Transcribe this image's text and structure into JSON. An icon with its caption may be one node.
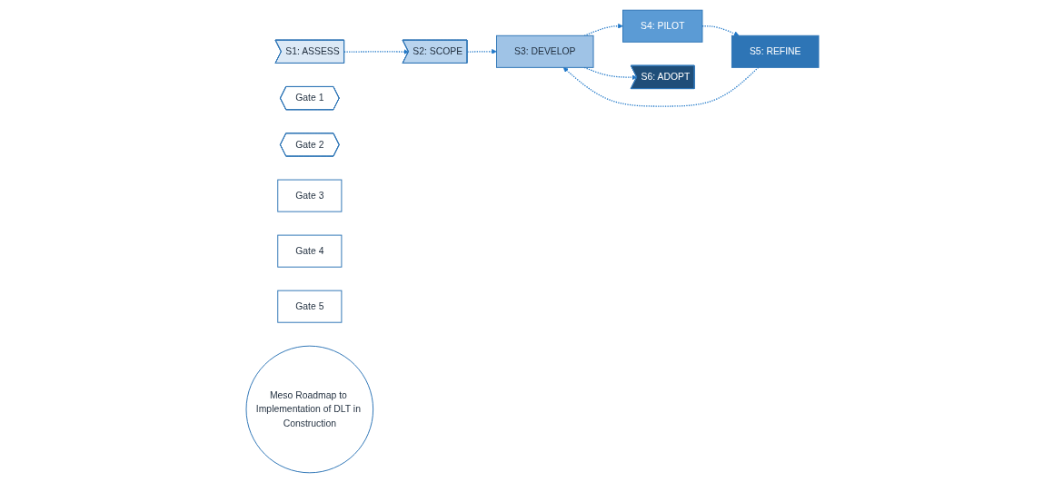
{
  "diagram": {
    "nodes": [
      {
        "text": [
          "S1: ASSESS"
        ]
      },
      {
        "text": [
          "Gate 1"
        ]
      },
      {
        "text": [
          "S2: SCOPE"
        ]
      },
      {
        "text": [
          "Gate 2"
        ]
      },
      {
        "text": [
          "S3: DEVELOP"
        ]
      },
      {
        "text": [
          "Gate 3"
        ]
      },
      {
        "text": [
          "S4: PILOT"
        ]
      },
      {
        "text": [
          "Gate 4"
        ]
      },
      {
        "text": [
          "S5: REFINE"
        ]
      },
      {
        "text": [
          "Gate 5"
        ]
      },
      {
        "text": [
          "Meso Roadmap to Implementation of DLT in Construction"
        ]
      },
      {
        "text": [
          "S6: ADOPT"
        ]
      }
    ],
    "edges": [
      {
        "from": 0,
        "to": 2,
        "arrow": "to",
        "style": "dashed"
      },
      {
        "from": 2,
        "to": 4,
        "arrow": "to",
        "style": "dashed"
      },
      {
        "from": 4,
        "to": 6,
        "arrow": "to",
        "style": "dashed"
      },
      {
        "from": 6,
        "to": 8,
        "arrow": "to",
        "style": "dashed"
      },
      {
        "from": 8,
        "to": 4,
        "arrow": "to",
        "style": "dashed"
      },
      {
        "from": 4,
        "to": 11,
        "arrow": "to",
        "style": "dashed"
      }
    ]
  }
}
